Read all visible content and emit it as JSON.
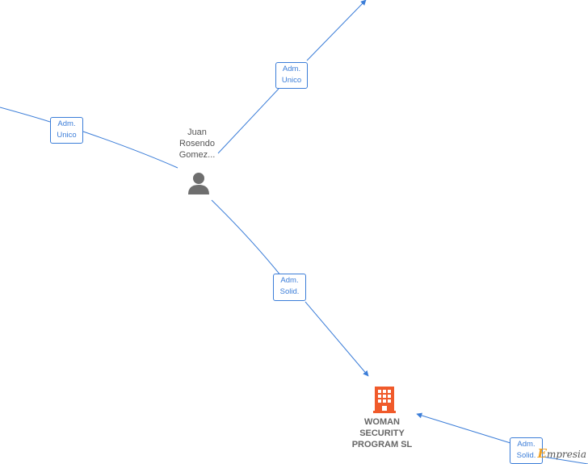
{
  "colors": {
    "edge": "#3b7dd8",
    "person_icon": "#6e6e6e",
    "company_icon": "#f05a2a",
    "label_text": "#555555"
  },
  "nodes": {
    "person": {
      "name_lines": [
        "Juan",
        "Rosendo",
        "Gomez..."
      ],
      "icon": "person-icon"
    },
    "company": {
      "name_lines": [
        "WOMAN",
        "SECURITY",
        "PROGRAM  SL"
      ],
      "icon": "building-icon"
    }
  },
  "edges": [
    {
      "id": "top-right",
      "lines": [
        "Adm.",
        "Unico"
      ]
    },
    {
      "id": "left",
      "lines": [
        "Adm.",
        "Unico"
      ]
    },
    {
      "id": "middle",
      "lines": [
        "Adm.",
        "Solid."
      ]
    },
    {
      "id": "bottom-right",
      "lines": [
        "Adm.",
        "Solid."
      ]
    }
  ],
  "watermark": {
    "first": "E",
    "rest": "mpresia"
  }
}
